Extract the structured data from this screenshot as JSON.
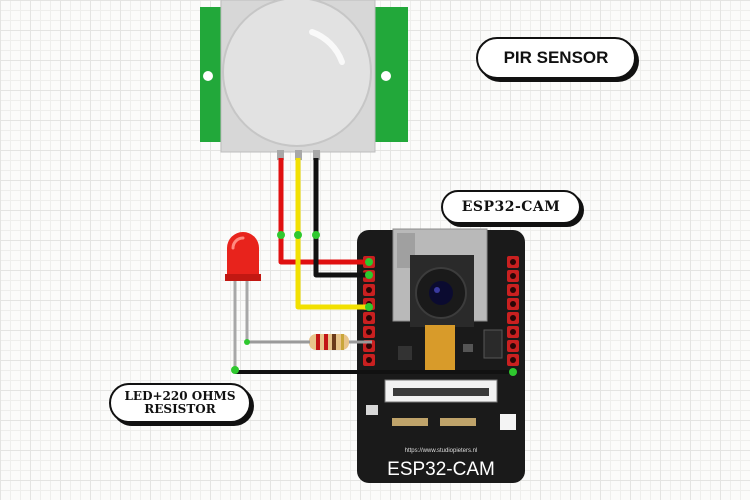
{
  "labels": {
    "pir_sensor": "PIR SENSOR",
    "esp32_cam": "ESP32-CAM",
    "led_line1": "LED+220 OHMS",
    "led_line2": "RESISTOR"
  },
  "board": {
    "website": "https://www.studiopieters.nl",
    "title": "ESP32-CAM"
  },
  "wires": [
    {
      "name": "pir-vcc-wire",
      "color": "#e01010"
    },
    {
      "name": "pir-out-wire",
      "color": "#f2e000"
    },
    {
      "name": "pir-gnd-wire",
      "color": "#111111"
    },
    {
      "name": "led-anode-wire",
      "color": "#9a9a9a"
    },
    {
      "name": "led-gnd-wire",
      "color": "#111111"
    }
  ],
  "colors": {
    "pcb_green": "#22a83a",
    "board_black": "#1a1a1a",
    "led_red": "#e8231c"
  }
}
